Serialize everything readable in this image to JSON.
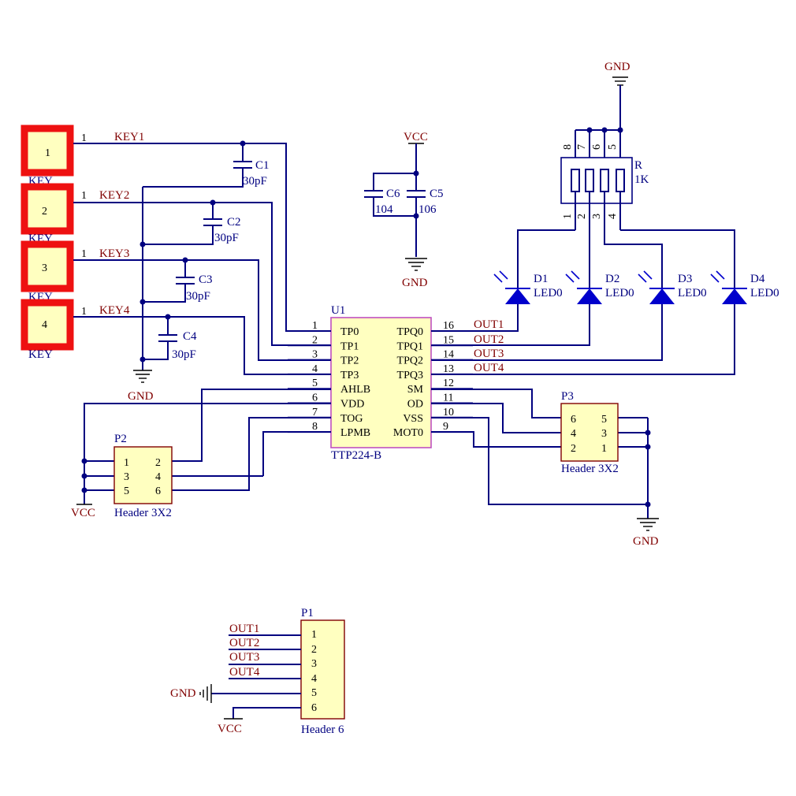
{
  "keys": [
    {
      "num": "1",
      "net": "KEY1",
      "pin": "1",
      "label": "KEY"
    },
    {
      "num": "2",
      "net": "KEY2",
      "pin": "1",
      "label": "KEY"
    },
    {
      "num": "3",
      "net": "KEY3",
      "pin": "1",
      "label": "KEY"
    },
    {
      "num": "4",
      "net": "KEY4",
      "pin": "1",
      "label": "KEY"
    }
  ],
  "caps": [
    {
      "ref": "C1",
      "value": "30pF"
    },
    {
      "ref": "C2",
      "value": "30pF"
    },
    {
      "ref": "C3",
      "value": "30pF"
    },
    {
      "ref": "C4",
      "value": "30pF"
    },
    {
      "ref": "C5",
      "value": "106"
    },
    {
      "ref": "C6",
      "value": "104"
    }
  ],
  "power": {
    "vcc": "VCC",
    "gnd": "GND"
  },
  "resistor": {
    "ref": "R",
    "value": "1K",
    "top_pins": [
      "8",
      "7",
      "6",
      "5"
    ],
    "bottom_pins": [
      "1",
      "2",
      "3",
      "4"
    ]
  },
  "leds": [
    {
      "ref": "D1",
      "value": "LED0"
    },
    {
      "ref": "D2",
      "value": "LED0"
    },
    {
      "ref": "D3",
      "value": "LED0"
    },
    {
      "ref": "D4",
      "value": "LED0"
    }
  ],
  "chip": {
    "ref": "U1",
    "name": "TTP224-B",
    "left_pins": [
      {
        "num": "1",
        "name": "TP0"
      },
      {
        "num": "2",
        "name": "TP1"
      },
      {
        "num": "3",
        "name": "TP2"
      },
      {
        "num": "4",
        "name": "TP3"
      },
      {
        "num": "5",
        "name": "AHLB"
      },
      {
        "num": "6",
        "name": "VDD"
      },
      {
        "num": "7",
        "name": "TOG"
      },
      {
        "num": "8",
        "name": "LPMB"
      }
    ],
    "right_pins": [
      {
        "num": "16",
        "name": "TPQ0"
      },
      {
        "num": "15",
        "name": "TPQ1"
      },
      {
        "num": "14",
        "name": "TPQ2"
      },
      {
        "num": "13",
        "name": "TPQ3"
      },
      {
        "num": "12",
        "name": "SM"
      },
      {
        "num": "11",
        "name": "OD"
      },
      {
        "num": "10",
        "name": "VSS"
      },
      {
        "num": "9",
        "name": "MOT0"
      }
    ]
  },
  "outputs": [
    "OUT1",
    "OUT2",
    "OUT3",
    "OUT4"
  ],
  "p2": {
    "ref": "P2",
    "name": "Header 3X2",
    "pins": [
      "1",
      "2",
      "3",
      "4",
      "5",
      "6"
    ]
  },
  "p3": {
    "ref": "P3",
    "name": "Header 3X2",
    "pins": [
      "6",
      "5",
      "4",
      "3",
      "2",
      "1"
    ]
  },
  "p1": {
    "ref": "P1",
    "name": "Header 6",
    "pins": [
      "1",
      "2",
      "3",
      "4",
      "5",
      "6"
    ]
  }
}
